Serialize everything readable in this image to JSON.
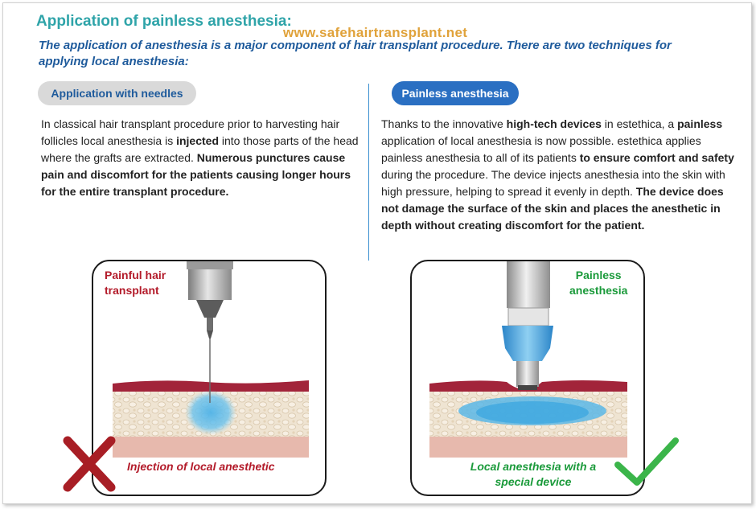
{
  "title": "Application of painless anesthesia:",
  "watermark": "www.safehairtransplant.net",
  "subtitle": "The application of anesthesia is a major component of hair transplant procedure. There are two techniques for applying local anesthesia:",
  "left": {
    "pill_label": "Application with needles",
    "para": [
      {
        "t": "In classical hair transplant procedure prior to harvesting hair follicles local anesthesia is ",
        "b": false
      },
      {
        "t": "injected",
        "b": true
      },
      {
        "t": " into those parts of the head where the grafts are extracted. ",
        "b": false
      },
      {
        "t": "Numerous punctures cause pain and discomfort for the patients causing longer hours for the entire transplant procedure.",
        "b": true
      }
    ],
    "card_title_line1": "Painful hair",
    "card_title_line2": "transplant",
    "card_caption": "Injection of local anesthetic",
    "mark_icon": "cross-icon",
    "mark_color": "#a81e25"
  },
  "right": {
    "pill_label": "Painless anesthesia",
    "para": [
      {
        "t": "Thanks to the innovative ",
        "b": false
      },
      {
        "t": "high-tech devices",
        "b": true
      },
      {
        "t": " in estethica, a ",
        "b": false
      },
      {
        "t": "painless",
        "b": true
      },
      {
        "t": " application of local anesthesia is now possible. estethica applies painless anesthesia to all of its patients ",
        "b": false
      },
      {
        "t": "to ensure comfort and safety",
        "b": true
      },
      {
        "t": " during the procedure. The device injects anesthesia into the skin with high pressure, helping to spread it evenly in depth. ",
        "b": false
      },
      {
        "t": "The device does not damage the surface of the skin and places the anesthetic in depth without creating discomfort for the patient.",
        "b": true
      }
    ],
    "card_title_line1": "Painless",
    "card_title_line2": "anesthesia",
    "card_caption_line1": "Local anesthesia with a",
    "card_caption_line2": "special device",
    "mark_icon": "check-icon",
    "mark_color": "#3bb54a"
  },
  "colors": {
    "title": "#2fa4a9",
    "watermark": "#e0a23a",
    "subtitle": "#1f5b9c",
    "pill_right_bg": "#2a6fc2",
    "anesthetic": "#5bb7e6",
    "skin_top": "#a2243a"
  }
}
